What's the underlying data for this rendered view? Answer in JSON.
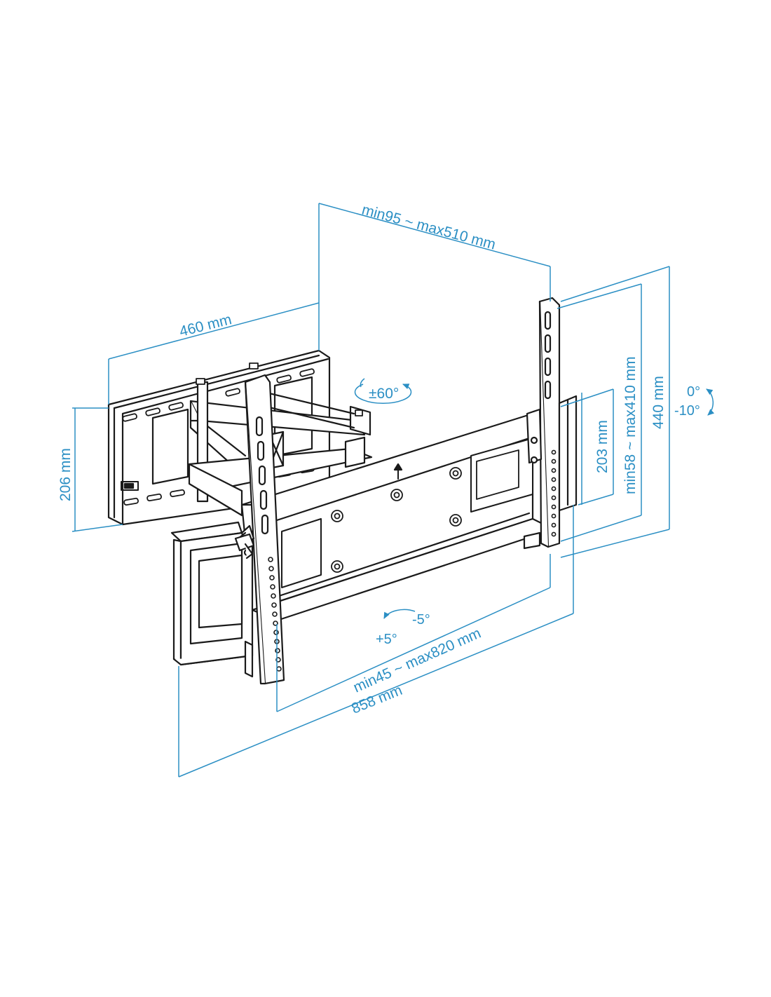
{
  "colors": {
    "dimension": "#2b8fc4",
    "drawing": "#1a1a1a",
    "background": "#ffffff"
  },
  "dimensions": {
    "arm_extension": "min95 ~ max510 mm",
    "wall_plate_width": "460 mm",
    "wall_plate_height": "206 mm",
    "swivel": "±60°",
    "vesa_spacing_inner": "203 mm",
    "vertical_hole_range": "min58 ~ max410 mm",
    "bracket_height": "440 mm",
    "tilt_top": "0°",
    "tilt_bottom": "-10°",
    "level_plus": "+5°",
    "level_minus": "-5°",
    "horizontal_hole_range": "min45 ~ max820 mm",
    "total_width": "858 mm"
  },
  "icons": {
    "up_marker": "up-arrow-icon",
    "swivel_marker": "rotation-arc-icon",
    "tilt_marker": "tilt-arc-icon",
    "level_marker": "level-arc-icon"
  }
}
